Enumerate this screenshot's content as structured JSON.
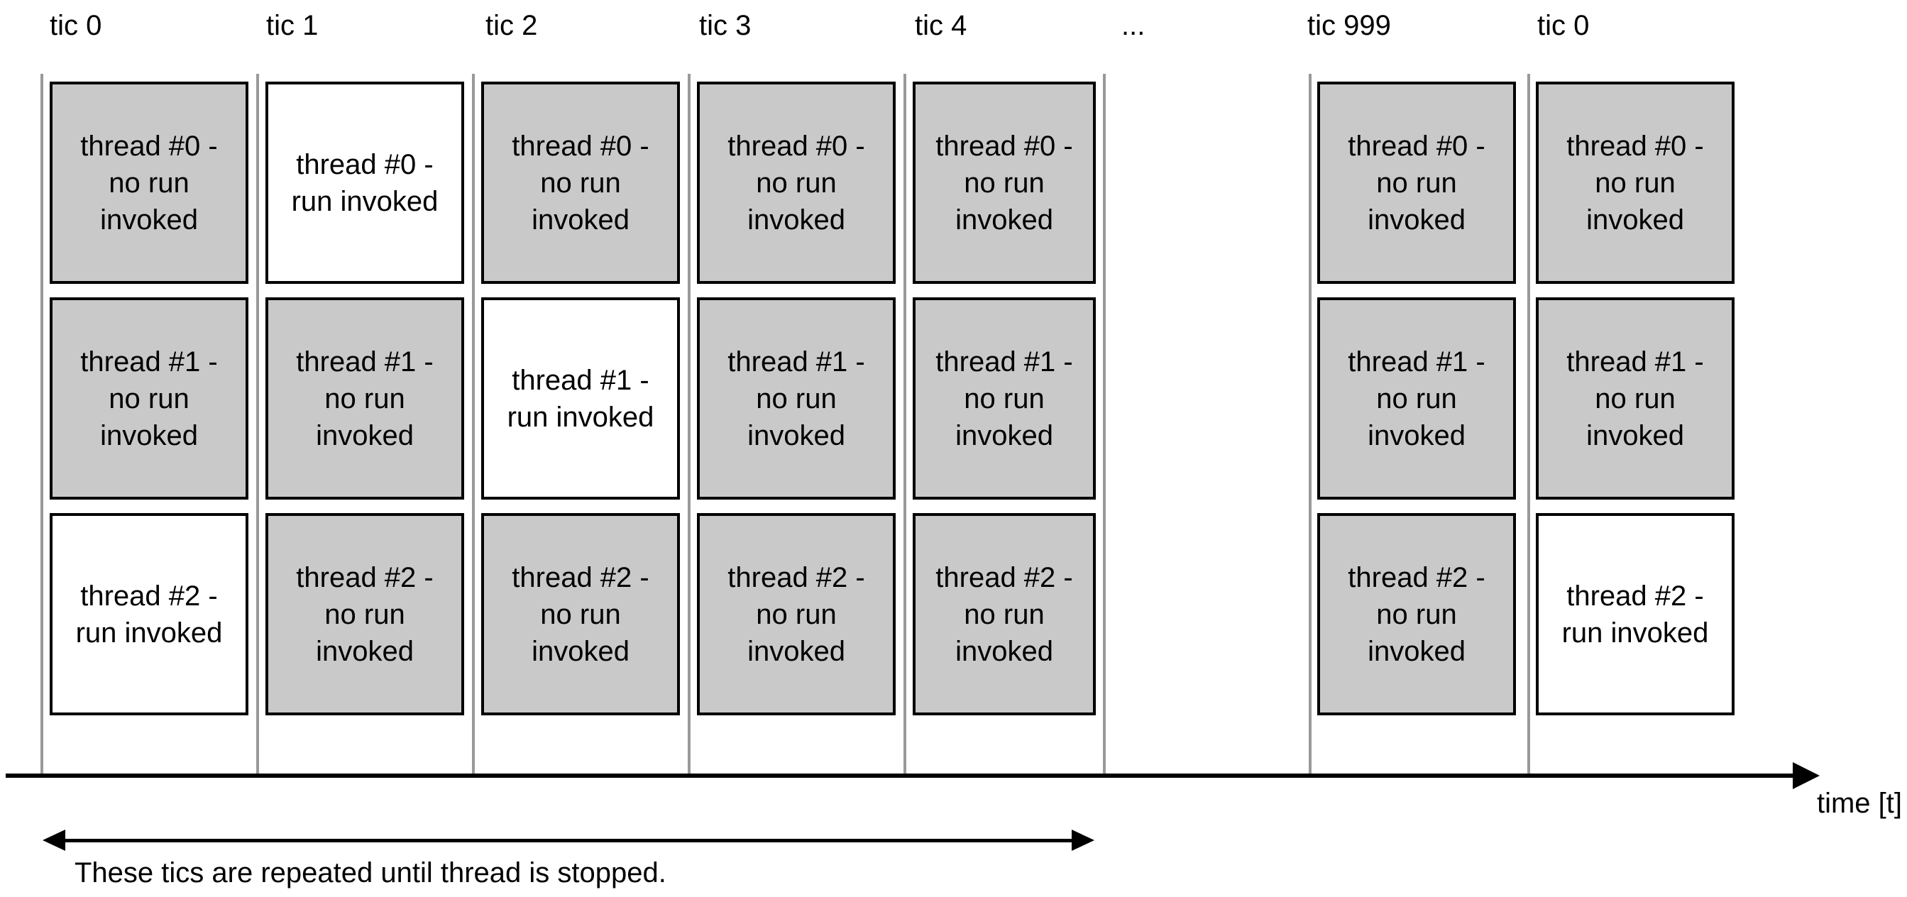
{
  "ellipsis": "...",
  "time_axis_label": "time [t]",
  "repeat_caption": "These tics are repeated until thread is stopped.",
  "columns": [
    {
      "tic": "tic 0",
      "cells": [
        {
          "text": "thread #0 -\nno run\ninvoked",
          "state": "norun"
        },
        {
          "text": "thread #1 -\nno run\ninvoked",
          "state": "norun"
        },
        {
          "text": "thread #2 -\nrun invoked",
          "state": "run"
        }
      ]
    },
    {
      "tic": "tic 1",
      "cells": [
        {
          "text": "thread #0 -\nrun invoked",
          "state": "run"
        },
        {
          "text": "thread #1 -\nno run\ninvoked",
          "state": "norun"
        },
        {
          "text": "thread #2 -\nno run\ninvoked",
          "state": "norun"
        }
      ]
    },
    {
      "tic": "tic 2",
      "cells": [
        {
          "text": "thread #0 -\nno run\ninvoked",
          "state": "norun"
        },
        {
          "text": "thread #1 -\nrun invoked",
          "state": "run"
        },
        {
          "text": "thread #2 -\nno run\ninvoked",
          "state": "norun"
        }
      ]
    },
    {
      "tic": "tic 3",
      "cells": [
        {
          "text": "thread #0 -\nno run\ninvoked",
          "state": "norun"
        },
        {
          "text": "thread #1 -\nno run\ninvoked",
          "state": "norun"
        },
        {
          "text": "thread #2 -\nno run\ninvoked",
          "state": "norun"
        }
      ]
    },
    {
      "tic": "tic 4",
      "cells": [
        {
          "text": "thread #0 -\nno run\ninvoked",
          "state": "norun"
        },
        {
          "text": "thread #1 -\nno run\ninvoked",
          "state": "norun"
        },
        {
          "text": "thread #2 -\nno run\ninvoked",
          "state": "norun"
        }
      ]
    },
    {
      "tic": "tic 999",
      "cells": [
        {
          "text": "thread #0 -\nno run\ninvoked",
          "state": "norun"
        },
        {
          "text": "thread #1 -\nno run\ninvoked",
          "state": "norun"
        },
        {
          "text": "thread #2 -\nno run\ninvoked",
          "state": "norun"
        }
      ]
    },
    {
      "tic": "tic 0",
      "cells": [
        {
          "text": "thread #0 -\nno run\ninvoked",
          "state": "norun"
        },
        {
          "text": "thread #1 -\nno run\ninvoked",
          "state": "norun"
        },
        {
          "text": "thread #2 -\nrun invoked",
          "state": "run"
        }
      ]
    }
  ],
  "colors": {
    "background": "#ffffff",
    "text": "#000000",
    "cell_idle_fill": "#c9c9c9",
    "cell_run_fill": "#ffffff",
    "cell_border": "#000000",
    "separator": "#999999"
  }
}
